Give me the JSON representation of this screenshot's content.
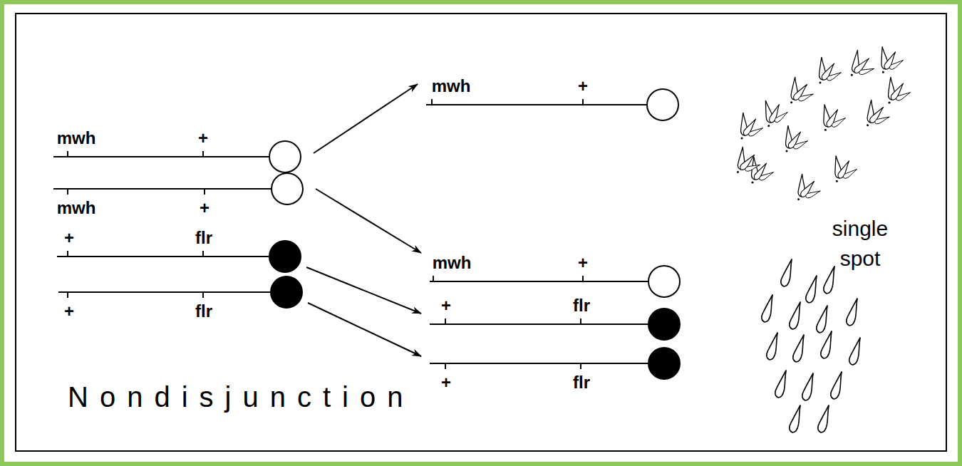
{
  "diagram": {
    "nodes": [
      {
        "text": [
          "mwh",
          "+"
        ]
      },
      {
        "text": [
          "mwh",
          "+"
        ]
      },
      {
        "text": [
          "+",
          "flr"
        ]
      },
      {
        "text": [
          "+",
          "flr"
        ]
      },
      {
        "text": [
          "mwh",
          "+"
        ]
      },
      {
        "text": [
          "mwh",
          "+"
        ]
      },
      {
        "text": [
          "+",
          "flr"
        ]
      },
      {
        "text": [
          "+",
          "flr"
        ]
      }
    ],
    "edges": [
      {
        "from": 0,
        "to": 4,
        "arrow": "to"
      },
      {
        "from": 1,
        "to": 5,
        "arrow": "to"
      },
      {
        "from": 2,
        "to": 6,
        "arrow": "to"
      },
      {
        "from": 3,
        "to": 7,
        "arrow": "to"
      }
    ],
    "labels": [
      "Nondisjunction",
      "single spot"
    ]
  }
}
